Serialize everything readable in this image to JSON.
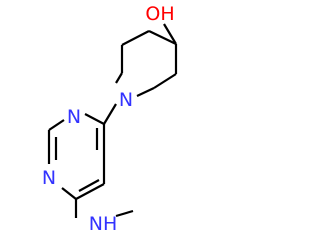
{
  "molecule": {
    "description_visible": false,
    "colors": {
      "bond": "#000000",
      "nitrogen": "#3333ff",
      "oxygen": "#ff0000",
      "background": "#ffffff"
    },
    "labels": {
      "hydroxyl": "OH",
      "piperidine_nitrogen": "N",
      "pyrimidine_n1": "N",
      "pyrimidine_n3": "N",
      "amine_nh": "NH"
    }
  }
}
